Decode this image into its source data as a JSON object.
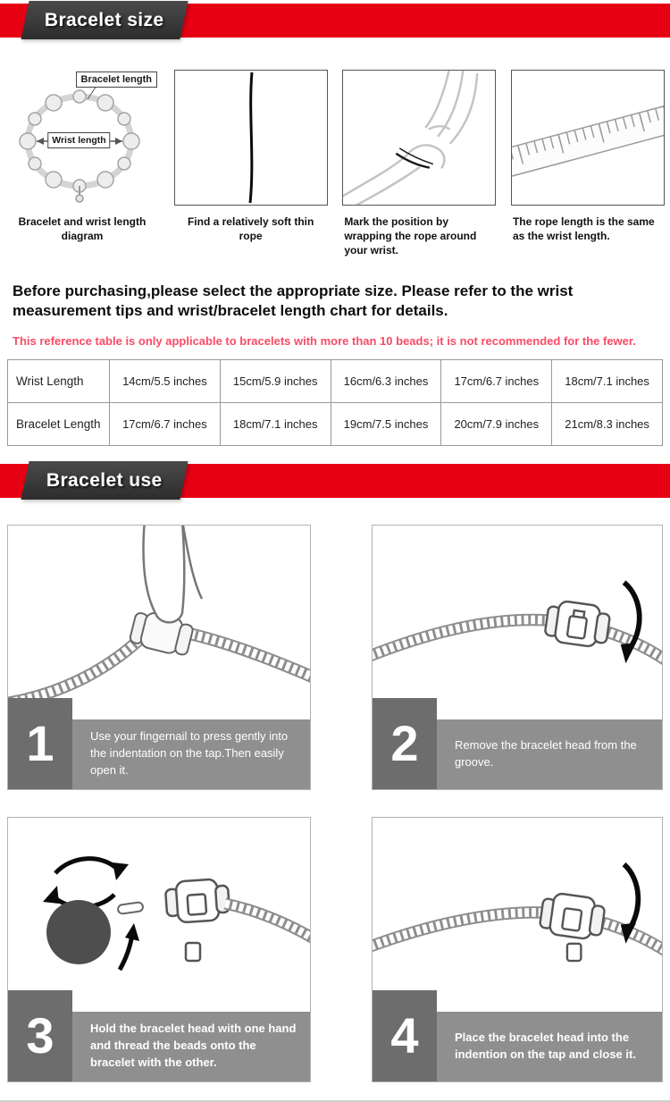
{
  "banner_size": {
    "label": "Bracelet size"
  },
  "banner_use": {
    "label": "Bracelet use"
  },
  "colors": {
    "banner_red": "#e60014",
    "ribbon_gray": "#3a3a3a",
    "note_red": "#fa4a66",
    "caption_bar_gray": "#8f8f8f",
    "step_number_box_gray": "#6d6d6d"
  },
  "measure_steps": [
    {
      "caption": "Bracelet and wrist length diagram",
      "top_label": "Bracelet length",
      "center_label": "Wrist length"
    },
    {
      "caption": "Find a relatively soft thin rope"
    },
    {
      "caption": "Mark the position by wrapping the rope around your wrist."
    },
    {
      "caption": "The rope length is the same as the wrist length."
    }
  ],
  "intro": "Before purchasing,please select the appropriate size. Please refer to the wrist measurement tips and wrist/bracelet length chart for details.",
  "note": "This reference table is only applicable to bracelets with more than 10 beads; it is not recommended for the fewer.",
  "size_table": {
    "rows": [
      [
        "Wrist Length",
        "14cm/5.5 inches",
        "15cm/5.9 inches",
        "16cm/6.3 inches",
        "17cm/6.7 inches",
        "18cm/7.1 inches"
      ],
      [
        "Bracelet Length",
        "17cm/6.7 inches",
        "18cm/7.1 inches",
        "19cm/7.5 inches",
        "20cm/7.9 inches",
        "21cm/8.3 inches"
      ]
    ]
  },
  "use_steps": [
    {
      "number": "1",
      "text": "Use your fingernail to press gently into the indentation on the tap.Then easily open it."
    },
    {
      "number": "2",
      "text": "Remove the bracelet head from the groove."
    },
    {
      "number": "3",
      "text": "Hold the bracelet head with one hand and thread the beads onto the bracelet with the other."
    },
    {
      "number": "4",
      "text": "Place the bracelet head into the indention on the tap and close it."
    }
  ]
}
